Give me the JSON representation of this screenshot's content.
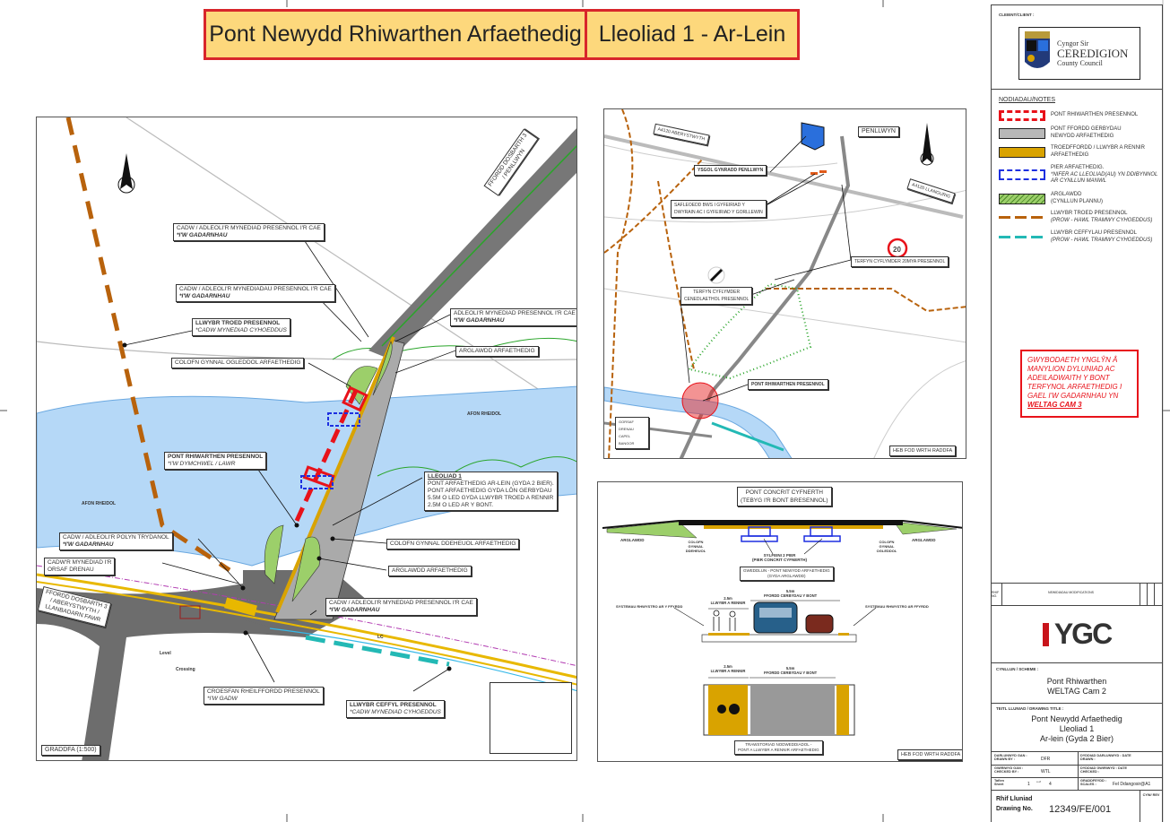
{
  "header": {
    "title": "Pont Newydd Rhiwarthen Arfaethedig",
    "location": "Lleoliad 1 - Ar-Lein"
  },
  "client": {
    "label": "CLEIENT/CLIENT :",
    "logo_line1": "Cyngor Sir",
    "logo_line2": "CEREDIGION",
    "logo_line3": "County Council"
  },
  "notes": {
    "heading": "NODIADAU/NOTES",
    "items": [
      {
        "icon": "red-dashed-box",
        "line1": "PONT RHIWARTHEN PRESENNOL",
        "line2": ""
      },
      {
        "icon": "grey-box",
        "line1": "PONT FFORDD GERBYDAU",
        "line2": "NEWYDD ARFAETHEDIG"
      },
      {
        "icon": "gold-box",
        "line1": "TROEDFFORDD / LLWYBR A RENNIR",
        "line2": "ARFAETHEDIG"
      },
      {
        "icon": "blue-dashed-box",
        "line1": "PIER ARFAETHEDIG.",
        "line2": "*NIFER AC LLEOLIAD(AU) YN DDIBYNNOL AR CYNLLUN MANWL"
      },
      {
        "icon": "green-hatched-box",
        "line1": "ARGLAWDD",
        "line2": "(CYNLLUN PLANNU)"
      },
      {
        "icon": "orange-dash-line",
        "line1": "LLWYBR TROED PRESENNOL",
        "line2": "(PROW - HAWL TRAMWY CYHOEDDUS)"
      },
      {
        "icon": "teal-dash-line",
        "line1": "LLWYBR CEFFYLAU PRESENNOL",
        "line2": "(PROW - HAWL TRAMWY CYHOEDDUS)"
      }
    ],
    "warning_lines": [
      "GWYBODAETH YNGLŶN Â",
      "MANYLION DYLUNIAD AC",
      "ADEILADWAITH Y BONT",
      "TERFYNOL ARFAETHEDIG I",
      "GAEL I'W GADARNHAU YN"
    ],
    "warning_emph": "WELTAG CAM 3"
  },
  "revisions": {
    "col1": "RHIF NO.",
    "col2": "NEWIDIADAU MODIFICATIONS"
  },
  "company_logo": "YGC",
  "scheme": {
    "label": "CYNLLUN / SCHEME :",
    "line1": "Pont Rhiwarthen",
    "line2": "WELTAG Cam 2"
  },
  "drawing_title": {
    "label": "TEITL LLUNIAD / DRAWING TITLE :",
    "line1": "Pont Newydd Arfaethedig",
    "line2": "Lleoliad 1",
    "line3": "Ar-lein (Gyda 2 Bier)"
  },
  "meta": {
    "drawn_label": "DARLUNWYD GAN : DRAWN BY :",
    "drawn": "DFR",
    "date_drawn_label": "DYDDIAD DARLUNWYD : DATE DRAWN :",
    "checked_label": "GWIRIWYD GAN : CHECKED BY :",
    "checked": "WTL",
    "date_checked_label": "DYDDIAD GWIRIWYD : DATE CHECKED :",
    "sheet_label": "Taflen Sheet",
    "sheet": "1",
    "of": "o of",
    "sheets": "4",
    "scale_label": "GRADDFEYDD : SCALES :",
    "scale": "Fel Ddangosir@A1",
    "drawing_no_label1": "Rhif Lluniad",
    "drawing_no_label2": "Drawing No.",
    "drawing_no": "12349/FE/001",
    "rev_label": "CYW/ REV"
  },
  "main_map": {
    "labels": {
      "access_field1": {
        "l1": "CADW / ADLEOLI'R MYNEDIAD PRESENNOL I'R CAE",
        "l2": "*I'W GADARNHAU"
      },
      "access_field2": {
        "l1": "CADW / ADLEOLI'R MYNEDIADAU PRESENNOL I'R CAE",
        "l2": "*I'W GADARNHAU"
      },
      "footpath": {
        "l1": "LLWYBR TROED PRESENNOL",
        "l2": "*CADW MYNEDIAD CYHOEDDUS"
      },
      "north_column": {
        "l1": "COLOFN GYNNAL OGLEDDOL ARFAETHEDIG"
      },
      "relocate_access": {
        "l1": "ADLEOLI'R MYNEDIAD PRESENNOL I'R CAE",
        "l2": "*I'W GADARNHAU"
      },
      "embankment1": {
        "l1": "ARGLAWDD ARFAETHEDIG"
      },
      "existing_bridge": {
        "l1": "PONT RHIWARTHEN PRESENNOL",
        "l2": "*I'W DYMCHWEL / LAWR"
      },
      "location": {
        "l1": "LLEOLIAD 1",
        "l2": "PONT ARFAETHEDIG AR-LEIN (GYDA 2 BIER).",
        "l3": "PONT ARFAETHEDIG GYDA LÔN GERBYDAU",
        "l4": "5.5m O LED GYDA LLWYBR TROED A RENNIR",
        "l5": "2.5m O LED AR Y BONT."
      },
      "south_column": {
        "l1": "COLOFN GYNNAL DDEHEUOL ARFAETHEDIG"
      },
      "embankment2": {
        "l1": "ARGLAWDD ARFAETHEDIG"
      },
      "pole": {
        "l1": "CADW / ADLEOLI'R POLYN TRYDANOL",
        "l2": "*I'W GADARNHAU"
      },
      "drain": {
        "l1": "CADW'R MYNEDIAD I'R",
        "l2": "ORSAF DRENAU"
      },
      "road_class": {
        "l1": "FFORDD DOSBARTH 3",
        "l2": "/ ABERYSTWYTH /",
        "l3": "LLANBADARN FAWR"
      },
      "access_field3": {
        "l1": "CADW / ADLEOLI'R MYNEDIAD PRESENNOL I'R CAE",
        "l2": "*I'W GADARNHAU"
      },
      "rail_crossing": {
        "l1": "CROESFAN RHEILFFORDD PRESENNOL",
        "l2": "*I'W GADW"
      },
      "bridleway": {
        "l1": "LLWYBR CEFFYL PRESENNOL",
        "l2": "*CADW MYNEDIAD CYHOEDDUS"
      },
      "road_top": {
        "l1": "FFORDD DOSBARTH 3",
        "l2": "/ PENLLWYN"
      }
    },
    "river1": "AFON RHEIDOL",
    "river2": "AFON RHEIDOL",
    "level": "Level",
    "crossing": "Crossing",
    "lc": "LC",
    "scale": "GRADDFA (1:500)"
  },
  "location_map": {
    "village": "PENLLWYN",
    "road_aber": "A4120 ABERYSTWYTH",
    "road_llan": "A4120 LLANGURIG",
    "school": "YSGOL GYNRADD PENLLWYN",
    "bus_l1": "SAFLEOEDD BWS I GYFEIRIAD Y",
    "bus_l2": "DWYRAIN AC I GYFEIRIAD Y GORLLEWIN",
    "speed_sign": "20",
    "limit20": "TERFYN CYFLYMDER 20mya PRESENNOL",
    "national_l1": "TERFYN CYFLYMDER",
    "national_l2": "CENEDLAETHOL PRESENNOL",
    "bridge": "PONT RHIWARTHEN PRESENNOL",
    "station": "GORSAF DRENAU CAPEL BANGOR",
    "not_scale": "HEB FOD WRTH RADDFA"
  },
  "sections": {
    "title_l1": "PONT CONCRIT CYFNERTH",
    "title_l2": "(TEBYG I'R BONT BRESENNOL)",
    "embank_l": "ARGLAWDD",
    "embank_r": "ARGLAWDD",
    "col_s": "COLOFN GYNNAL DDEHEUOL",
    "col_n": "COLOFN GYNNAL OGLEDDOL",
    "piers_l1": "SYLFEINI 2 PIER",
    "piers_l2": "(PIER CONCRIT CYFNERTH)",
    "elev_l1": "GWEDDLUN - PONT NEWYDD ARFAETHEDIG",
    "elev_l2": "(GYDA ARGLAWDD)",
    "w_road": "5.5m",
    "road_lbl": "FFORDD CERBYDAU Y BONT",
    "w_path": "2.5m",
    "path_lbl": "LLWYBR A RENNIR",
    "restraint_l": "SYSTEMAU RHWYSTRO AR Y FFYRDD",
    "restraint_r": "SYSTEMAU RHWYSTRO AR FFYRDD",
    "cross_l1": "TRAWSTORIAD NODWEDDIADOL -",
    "cross_l2": "PONT A LLWYBR A RENNIR ARFAETHEDIG",
    "not_scale": "HEB FOD WRTH RADDFA"
  },
  "colors": {
    "banner": "#fdd87c",
    "red": "#d8262b",
    "river": "#b5d8f7",
    "gold": "#d9a300",
    "teal": "#23b9b5",
    "orange": "#b8620c",
    "blue": "#1d2fe0"
  }
}
